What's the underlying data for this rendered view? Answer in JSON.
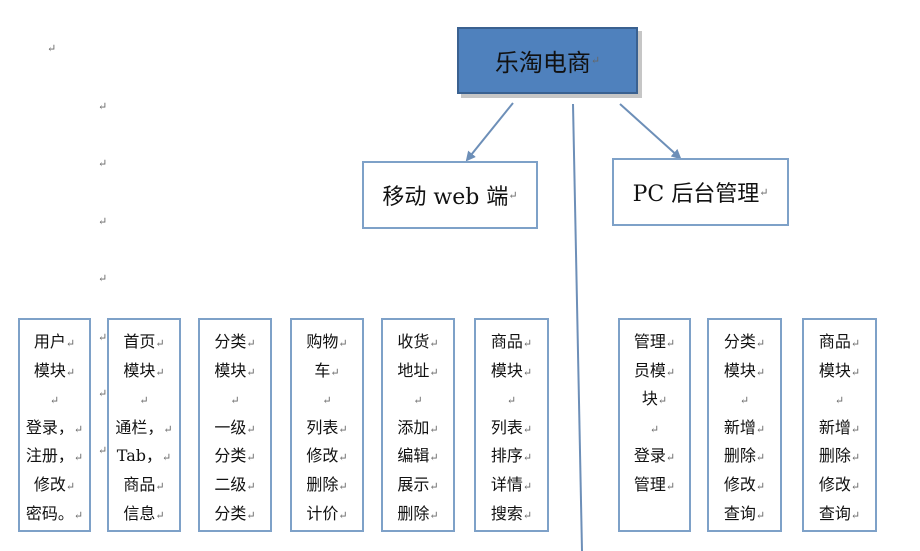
{
  "root": {
    "label": "乐淘电商"
  },
  "branches": [
    {
      "label": "移动 web 端"
    },
    {
      "label": "PC 后台管理"
    }
  ],
  "modules": [
    {
      "lines": [
        "用户",
        "模块",
        "",
        "登录，",
        "注册，",
        "修改",
        "密码。"
      ]
    },
    {
      "lines": [
        "首页",
        "模块",
        "",
        "通栏，",
        "Tab，",
        "商品",
        "信息"
      ]
    },
    {
      "lines": [
        "分类",
        "模块",
        "",
        "一级",
        "分类",
        "二级",
        "分类"
      ]
    },
    {
      "lines": [
        "购物",
        "车",
        "",
        "列表",
        "修改",
        "删除",
        "计价"
      ]
    },
    {
      "lines": [
        "收货",
        "地址",
        "",
        "添加",
        "编辑",
        "展示",
        "删除"
      ]
    },
    {
      "lines": [
        "商品",
        "模块",
        "",
        "列表",
        "排序",
        "详情",
        "搜索"
      ]
    },
    {
      "lines": [
        "管理",
        "员模",
        "块",
        "",
        "登录",
        "管理"
      ]
    },
    {
      "lines": [
        "分类",
        "模块",
        "",
        "新增",
        "删除",
        "修改",
        "查询"
      ]
    },
    {
      "lines": [
        "商品",
        "模块",
        "",
        "新增",
        "删除",
        "修改",
        "查询"
      ]
    }
  ],
  "marks": {
    "return": "↵"
  },
  "colors": {
    "root_fill": "#4f81bd",
    "box_border": "#7ea1c8",
    "connector": "#6d8fb8"
  }
}
